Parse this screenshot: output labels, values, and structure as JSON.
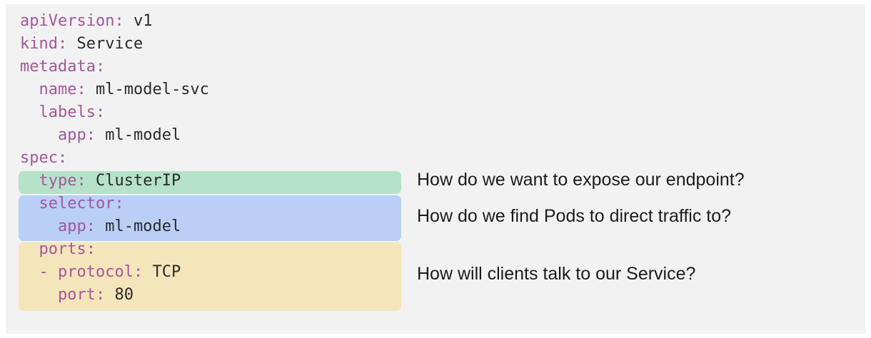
{
  "colors": {
    "key": "#a4579a",
    "value": "#2a2a2a",
    "panel": "#f2f2f2",
    "highlight_type": "#b5e2c8",
    "highlight_selector": "#b9cff5",
    "highlight_ports": "#f4e5bb"
  },
  "code_lines": [
    {
      "indent": "",
      "key": "apiVersion",
      "sep": ": ",
      "value": "v1"
    },
    {
      "indent": "",
      "key": "kind",
      "sep": ": ",
      "value": "Service"
    },
    {
      "indent": "",
      "key": "metadata",
      "sep": ":",
      "value": ""
    },
    {
      "indent": "  ",
      "key": "name",
      "sep": ": ",
      "value": "ml-model-svc"
    },
    {
      "indent": "  ",
      "key": "labels",
      "sep": ":",
      "value": ""
    },
    {
      "indent": "    ",
      "key": "app",
      "sep": ": ",
      "value": "ml-model"
    },
    {
      "indent": "",
      "key": "spec",
      "sep": ":",
      "value": ""
    },
    {
      "indent": "  ",
      "key": "type",
      "sep": ": ",
      "value": "ClusterIP"
    },
    {
      "indent": "  ",
      "key": "selector",
      "sep": ":",
      "value": ""
    },
    {
      "indent": "    ",
      "key": "app",
      "sep": ": ",
      "value": "ml-model"
    },
    {
      "indent": "  ",
      "key": "ports",
      "sep": ":",
      "value": ""
    },
    {
      "indent": "  ",
      "key": "- protocol",
      "sep": ": ",
      "value": "TCP"
    },
    {
      "indent": "    ",
      "key": "port",
      "sep": ": ",
      "value": "80"
    }
  ],
  "annotations": {
    "type": "How do we want to expose our endpoint?",
    "selector": "How do we find Pods to direct traffic to?",
    "ports": "How will clients talk to our Service?"
  }
}
